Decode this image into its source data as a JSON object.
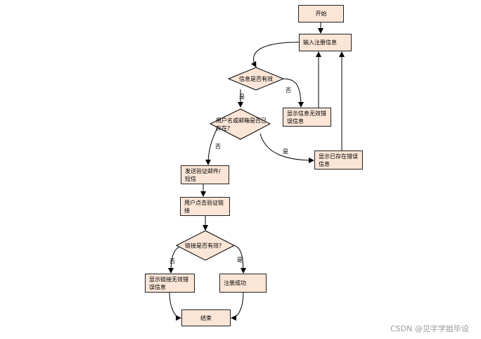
{
  "nodes": {
    "start": "开始",
    "input": "输入注册信息",
    "valid_check": "信息是否有效",
    "show_invalid": "显示信息无效错误信息",
    "exists_check": "用户名或邮箱是否已存在?",
    "show_exists": "显示已存在错误信息",
    "send_verify": "发送验证邮件/短信",
    "click_link": "用户点击验证链接",
    "link_check": "链接是否有效?",
    "show_link_invalid": "显示链接无效错误信息",
    "success": "注册成功",
    "end": "结束"
  },
  "labels": {
    "no": "否",
    "yes": "是"
  },
  "watermark": "CSDN @见字学姐毕设",
  "colors": {
    "node_fill": "#fbe5d6",
    "stroke": "#000000"
  }
}
